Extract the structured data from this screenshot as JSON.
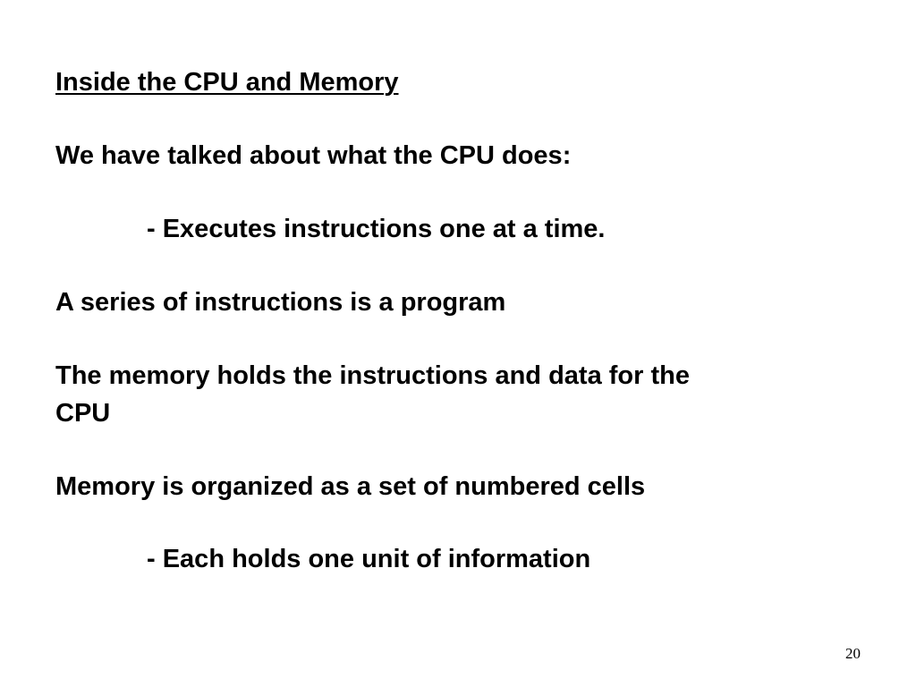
{
  "slide": {
    "title": "Inside the CPU and Memory",
    "lines": [
      "We have talked about what the CPU does:",
      "- Executes instructions one at a time.",
      "A series of instructions is a program",
      "The memory holds the instructions and data for the",
      "CPU",
      "Memory is organized as a set of numbered cells",
      "- Each holds one unit of information"
    ],
    "page_number": "20"
  }
}
